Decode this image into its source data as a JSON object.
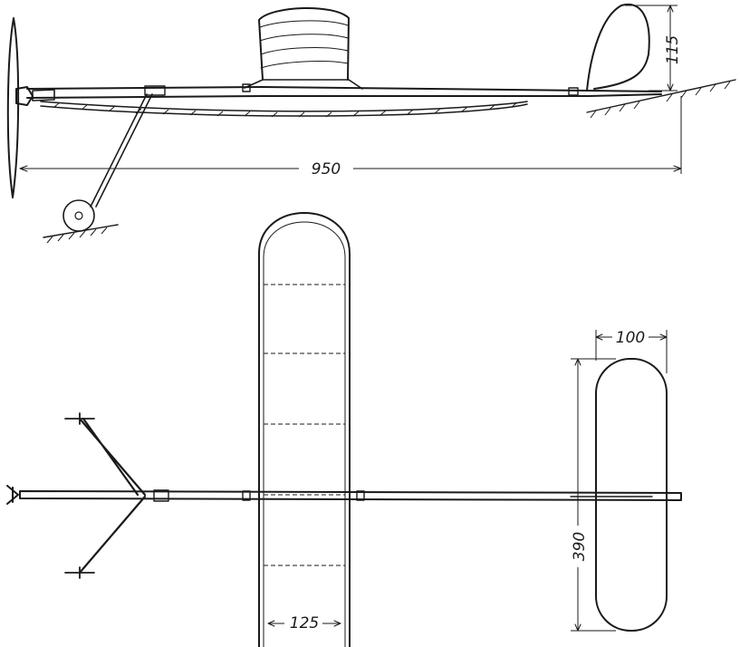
{
  "dimensions": {
    "fuselage_length": "950",
    "fin_height": "115",
    "stabilizer_chord": "100",
    "stabilizer_span": "390",
    "wing_chord": "125"
  }
}
